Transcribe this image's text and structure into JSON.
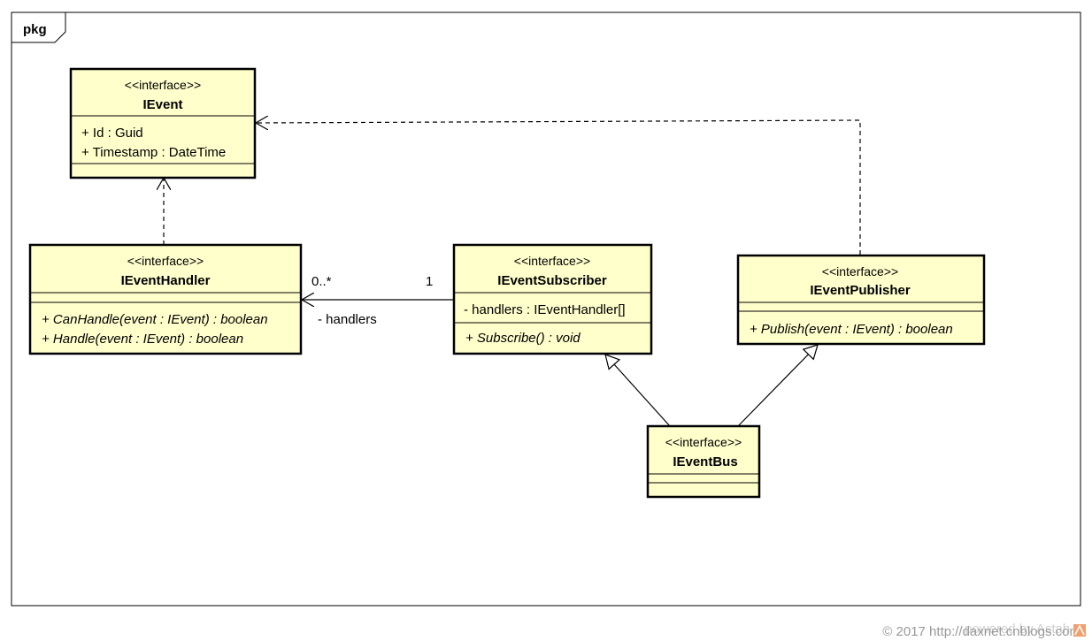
{
  "package": {
    "label": "pkg"
  },
  "colors": {
    "class_fill": "#FFFFCC",
    "stroke": "#000000",
    "footer": "#999999"
  },
  "classes": {
    "ievent": {
      "stereotype": "<<interface>>",
      "name": "IEvent",
      "attributes": [
        "+ Id : Guid",
        "+ Timestamp : DateTime"
      ],
      "operations": []
    },
    "ieventhandler": {
      "stereotype": "<<interface>>",
      "name": "IEventHandler",
      "attributes": [],
      "operations": [
        "+ CanHandle(event : IEvent) : boolean",
        "+ Handle(event : IEvent) : boolean"
      ]
    },
    "ieventsubscriber": {
      "stereotype": "<<interface>>",
      "name": "IEventSubscriber",
      "attributes": [
        "- handlers : IEventHandler[]"
      ],
      "operations": [
        "+ Subscribe() : void"
      ]
    },
    "ieventpublisher": {
      "stereotype": "<<interface>>",
      "name": "IEventPublisher",
      "attributes": [],
      "operations": [
        "+ Publish(event : IEvent) : boolean"
      ]
    },
    "ieventbus": {
      "stereotype": "<<interface>>",
      "name": "IEventBus",
      "attributes": [],
      "operations": []
    }
  },
  "association": {
    "multiplicity_target": "0..*",
    "multiplicity_source": "1",
    "role_name": "- handlers"
  },
  "footer": {
    "copyright": "© 2017 http://daxnet.cnblogs.com",
    "watermark": "powered by Astah"
  }
}
